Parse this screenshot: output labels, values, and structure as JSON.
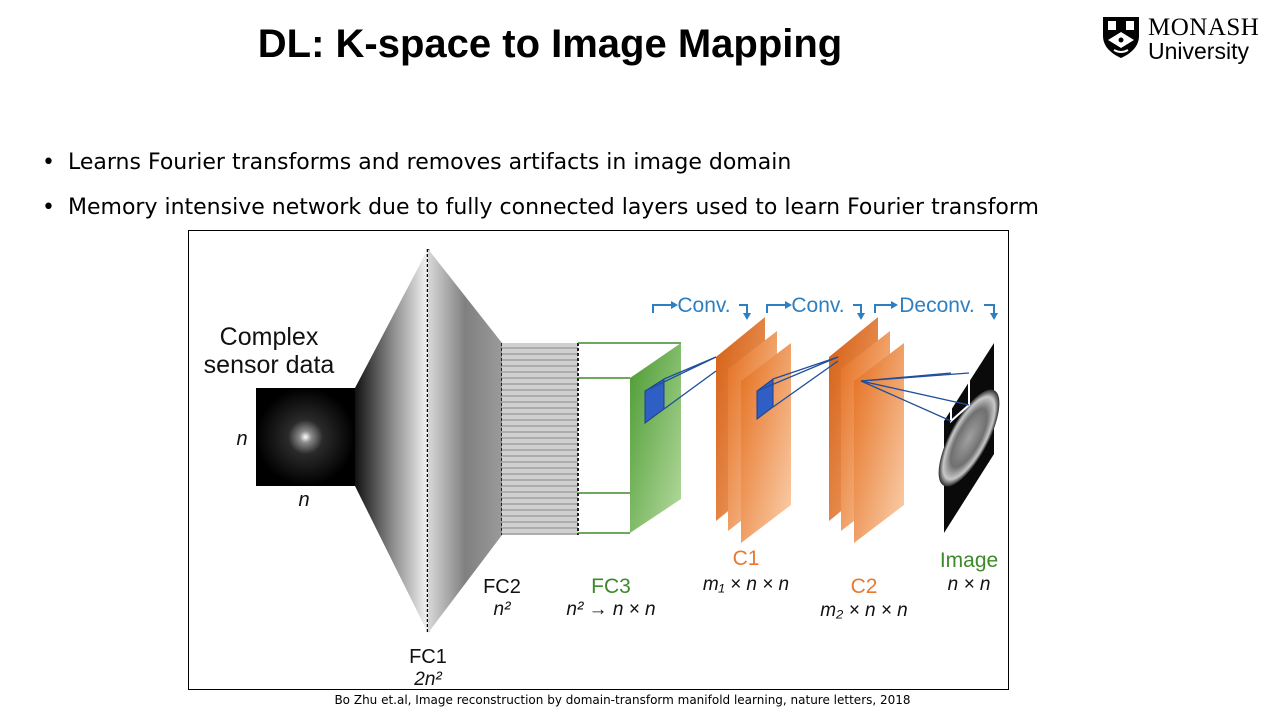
{
  "slide": {
    "title": "DL: K-space to Image Mapping",
    "bullets": [
      "Learns Fourier transforms and removes artifacts in image domain",
      "Memory intensive network due to fully connected layers used to learn Fourier transform"
    ],
    "citation": "Bo Zhu et.al, Image reconstruction by domain-transform manifold learning, nature letters, 2018"
  },
  "logo": {
    "line1": "MONASH",
    "line2": "University"
  },
  "diagram": {
    "input_label_line1": "Complex",
    "input_label_line2": "sensor data",
    "input_dim_side": "n",
    "input_dim_bottom": "n",
    "fc1_name": "FC1",
    "fc1_dim": "2n²",
    "fc2_name": "FC2",
    "fc2_dim": "n²",
    "fc3_name": "FC3",
    "fc3_dim": "n² → n × n",
    "c1_name": "C1",
    "c1_dim": "m₁ × n × n",
    "c2_name": "C2",
    "c2_dim": "m₂ × n × n",
    "output_name": "Image",
    "output_dim": "n × n",
    "op1": "Conv.",
    "op2": "Conv.",
    "op3": "Deconv.",
    "colors": {
      "fc3_green": "#5aa53a",
      "conv_orange": "#e8782a",
      "label_orange": "#e87a2e",
      "label_green": "#3e8a2a",
      "op_blue": "#2d7fc1",
      "filter_blue": "#2f5fc4"
    }
  }
}
